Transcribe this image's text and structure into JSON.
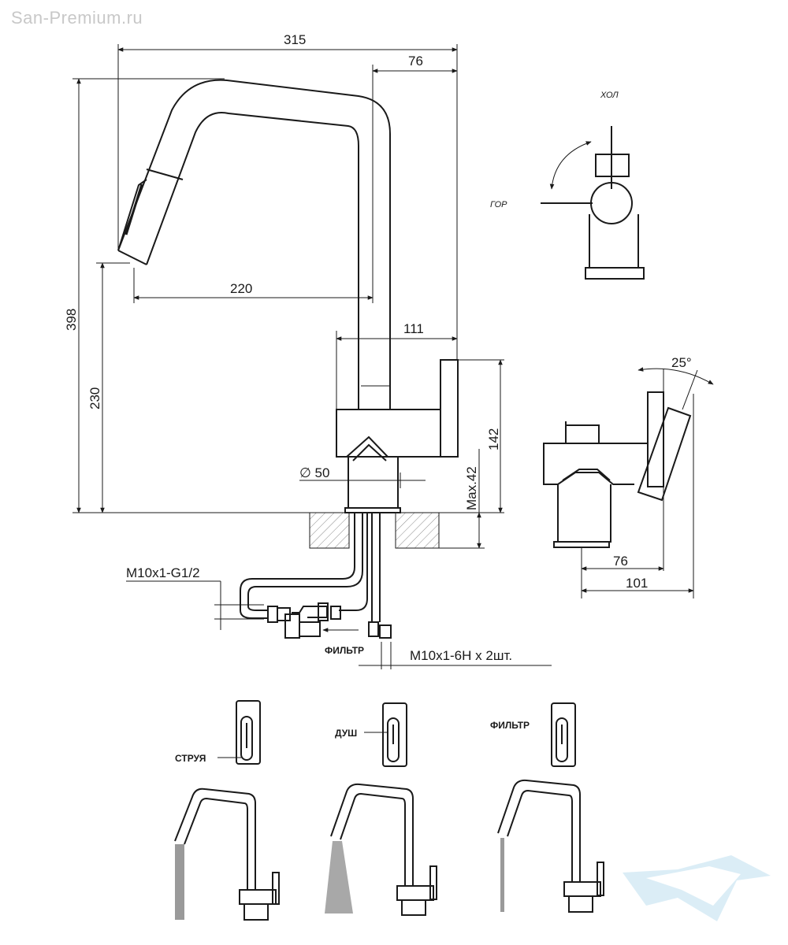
{
  "watermark": "San-Premium.ru",
  "dimensions": {
    "width_total": "315",
    "spout_offset": "76",
    "height_total": "398",
    "spout_reach": "220",
    "spout_height": "230",
    "body_width": "111",
    "body_height": "142",
    "base_diameter": "∅ 50",
    "max_thickness": "Max.42",
    "side_76": "76",
    "side_101": "101",
    "lever_angle": "25°"
  },
  "labels": {
    "cold": "ХОЛ",
    "hot": "ГОР",
    "thread_g": "M10x1-G1/2",
    "filter": "ФИЛЬТР",
    "thread_m": "M10x1-6H x 2шт."
  },
  "modes": [
    {
      "label": "СТРУЯ"
    },
    {
      "label": "ДУШ"
    },
    {
      "label": "ФИЛЬТР"
    }
  ],
  "colors": {
    "line": "#1a1a1a",
    "watermark": "#c8c8c8",
    "logo": "#bfe0f0"
  }
}
